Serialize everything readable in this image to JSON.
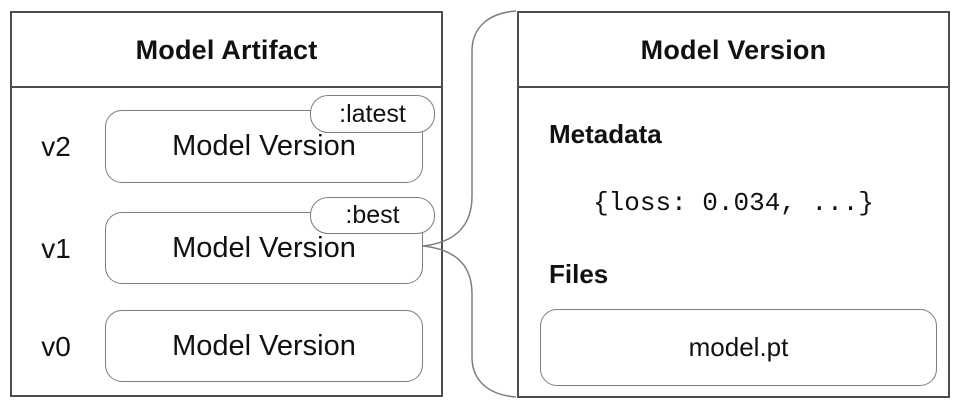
{
  "artifact_panel": {
    "title": "Model Artifact",
    "versions": [
      {
        "label": "v2",
        "name": "Model Version",
        "alias": ":latest"
      },
      {
        "label": "v1",
        "name": "Model Version",
        "alias": ":best"
      },
      {
        "label": "v0",
        "name": "Model Version",
        "alias": ""
      }
    ]
  },
  "version_panel": {
    "title": "Model Version",
    "metadata_heading": "Metadata",
    "metadata_value": "{loss: 0.034, ...}",
    "files_heading": "Files",
    "files": [
      {
        "name": "model.pt"
      }
    ]
  },
  "colors": {
    "panel_border": "#4d4d4d",
    "node_border": "#7d7d7d",
    "background": "#ffffff",
    "text": "#111111"
  }
}
